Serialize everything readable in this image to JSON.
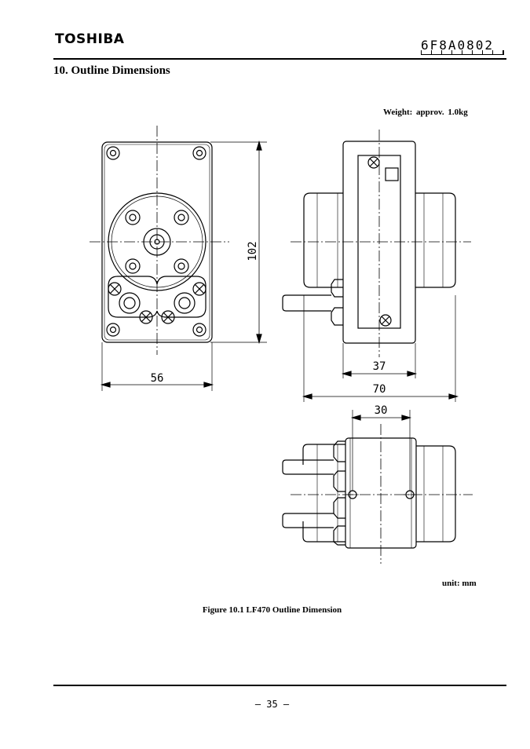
{
  "header": {
    "logo_text": "TOSHIBA",
    "document_number": "6F8A0802"
  },
  "section": {
    "title": "10. Outline Dimensions"
  },
  "figure": {
    "weight_note": "Weight:  approv.  1.0kg",
    "unit_note": "unit: mm",
    "caption": "Figure 10.1 LF470 Outline Dimension",
    "dimensions": {
      "height": "102",
      "width_front": "56",
      "depth_body": "37",
      "depth_total": "70",
      "depth_bottom": "30"
    }
  },
  "footer": {
    "page_number": "— 35 —"
  }
}
